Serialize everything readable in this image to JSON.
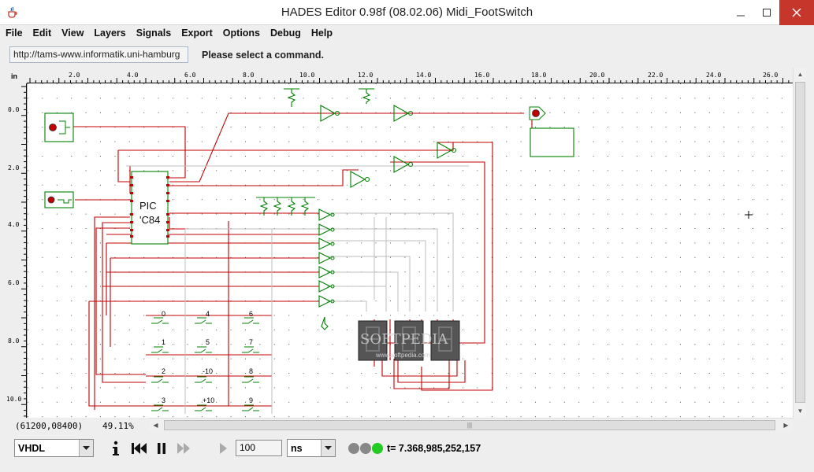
{
  "window": {
    "title": "HADES Editor 0.98f (08.02.06)   Midi_FootSwitch",
    "icon": "java-cup-icon"
  },
  "menu": [
    {
      "label": "File"
    },
    {
      "label": "Edit"
    },
    {
      "label": "View"
    },
    {
      "label": "Layers"
    },
    {
      "label": "Signals"
    },
    {
      "label": "Export"
    },
    {
      "label": "Options"
    },
    {
      "label": "Debug"
    },
    {
      "label": "Help"
    }
  ],
  "info": {
    "url": "http://tams-www.informatik.uni-hamburg",
    "status": "Please select a command."
  },
  "ruler": {
    "unit": "in",
    "x_labels": [
      "2.0",
      "4.0",
      "6.0",
      "8.0",
      "10.0",
      "12.0",
      "14.0",
      "16.0",
      "18.0",
      "20.0",
      "22.0",
      "24.0",
      "26.0"
    ],
    "y_labels": [
      "0.0",
      "2.0",
      "4.0",
      "6.0",
      "8.0",
      "10.0"
    ]
  },
  "schematic": {
    "chip_label_1": "PIC",
    "chip_label_2": "'C84",
    "keypad": [
      "0",
      "4",
      "6",
      "1",
      "5",
      "7",
      "2",
      "-10",
      "8",
      "3",
      "+10",
      "9"
    ],
    "watermark": "SOFTPEDIA",
    "watermark_url": "www.softpedia.com"
  },
  "statusbar": {
    "coords": "(61200,08400)",
    "zoom": "49.11%"
  },
  "controls": {
    "language": "VHDL",
    "step_value": "100",
    "unit": "ns",
    "sim_time": "t= 7.368,985,252,157"
  },
  "colors": {
    "wire": "#c00000",
    "gate": "#008000",
    "led_running": "#22cc22",
    "led_idle": "#888888",
    "close_button": "#c7362a"
  }
}
